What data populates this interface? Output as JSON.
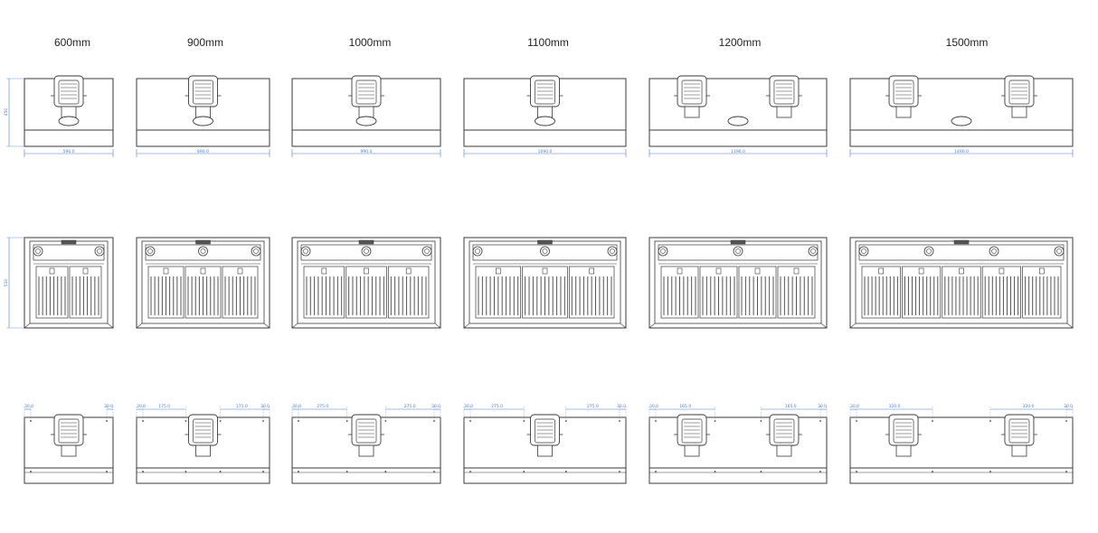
{
  "models": [
    {
      "size_label": "600mm",
      "blowers": 1,
      "lights": 2,
      "filters": 2,
      "width_dim": "596.0",
      "side_dims": [
        "30.0",
        "30.0"
      ]
    },
    {
      "size_label": "900mm",
      "blowers": 1,
      "lights": 3,
      "filters": 3,
      "width_dim": "890.0",
      "side_dims": [
        "30.0",
        "175.0",
        "175.0",
        "30.0"
      ]
    },
    {
      "size_label": "1000mm",
      "blowers": 1,
      "lights": 3,
      "filters": 3,
      "width_dim": "990.0",
      "side_dims": [
        "30.0",
        "275.0",
        "275.0",
        "30.0"
      ]
    },
    {
      "size_label": "1100mm",
      "blowers": 1,
      "lights": 3,
      "filters": 3,
      "width_dim": "1090.0",
      "side_dims": [
        "30.0",
        "275.0",
        "275.0",
        "30.0"
      ]
    },
    {
      "size_label": "1200mm",
      "blowers": 2,
      "lights": 3,
      "filters": 4,
      "width_dim": "1196.0",
      "side_dims": [
        "30.0",
        "165.0",
        "165.0",
        "30.0"
      ]
    },
    {
      "size_label": "1500mm",
      "blowers": 2,
      "lights": 4,
      "filters": 5,
      "width_dim": "1490.0",
      "side_dims": [
        "30.0",
        "320.0",
        "320.0",
        "30.0"
      ]
    }
  ],
  "dims": {
    "height_top": "450",
    "height_front": "510"
  },
  "colors": {
    "line": "#3a3a3a",
    "dim": "#4a7fd0"
  }
}
